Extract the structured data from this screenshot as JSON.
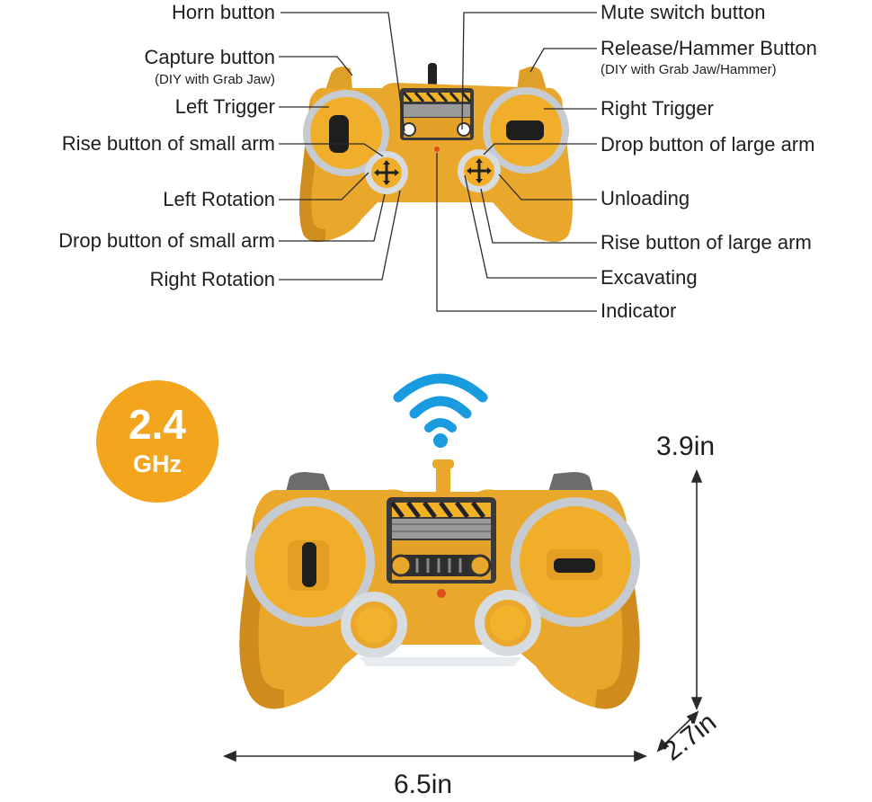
{
  "colors": {
    "controller_body": "#e9a72c",
    "controller_shadow": "#c98618",
    "ring": "#c8cdd3",
    "badge": "#f2a51d",
    "wifi": "#1a9be0",
    "line": "#2a2a2a"
  },
  "callouts_left": {
    "horn": "Horn button",
    "capture": "Capture button",
    "capture_note": "(DIY with Grab Jaw)",
    "left_trigger": "Left Trigger",
    "rise_small_arm": "Rise button of small arm",
    "left_rotation": "Left Rotation",
    "drop_small_arm": "Drop button of small arm",
    "right_rotation": "Right Rotation"
  },
  "callouts_right": {
    "mute": "Mute switch button",
    "release": "Release/Hammer Button",
    "release_note": "(DIY with Grab Jaw/Hammer)",
    "right_trigger": "Right Trigger",
    "drop_large_arm": "Drop button of large arm",
    "unloading": "Unloading",
    "rise_large_arm": "Rise button of large arm",
    "excavating": "Excavating",
    "indicator": "Indicator"
  },
  "badge": {
    "value": "2.4",
    "unit": "GHz"
  },
  "wireless_icon": "wifi-icon",
  "dimensions": {
    "height": "3.9in",
    "width": "6.5in",
    "depth": "2.7in"
  }
}
